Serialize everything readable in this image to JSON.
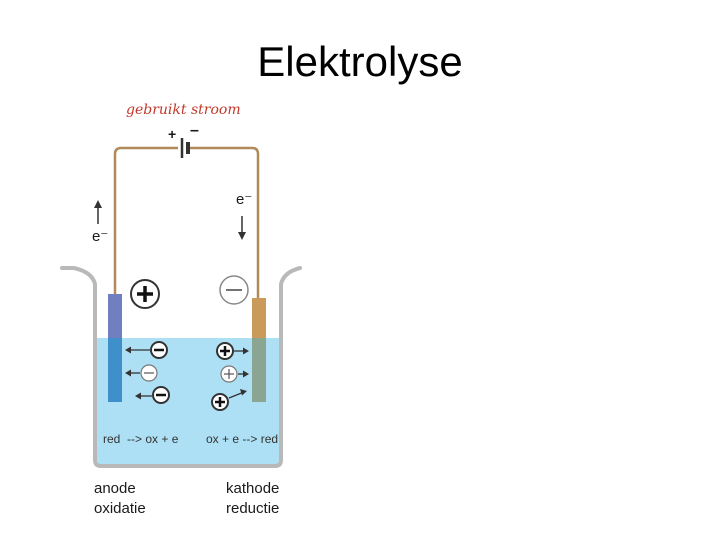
{
  "slide": {
    "title": "Elektrolyse"
  },
  "diagram": {
    "power_label": "gebruikt stroom",
    "battery_plus": "+",
    "battery_minus": "–",
    "electron_left": "e⁻",
    "electron_right": "e⁻",
    "anode_equation": "red  --> ox + e",
    "kathode_equation": "ox + e --> red",
    "anode_name": "anode",
    "anode_process": "oxidatie",
    "kathode_name": "kathode",
    "kathode_process": "reductie",
    "colors": {
      "wire": "#b08a5a",
      "label_red": "#c0392b",
      "anode_electrode": "#6f7fc0",
      "kathode_electrode": "#c99a5a",
      "solution": "#aee0f5",
      "beaker": "#b9b9b9"
    }
  }
}
